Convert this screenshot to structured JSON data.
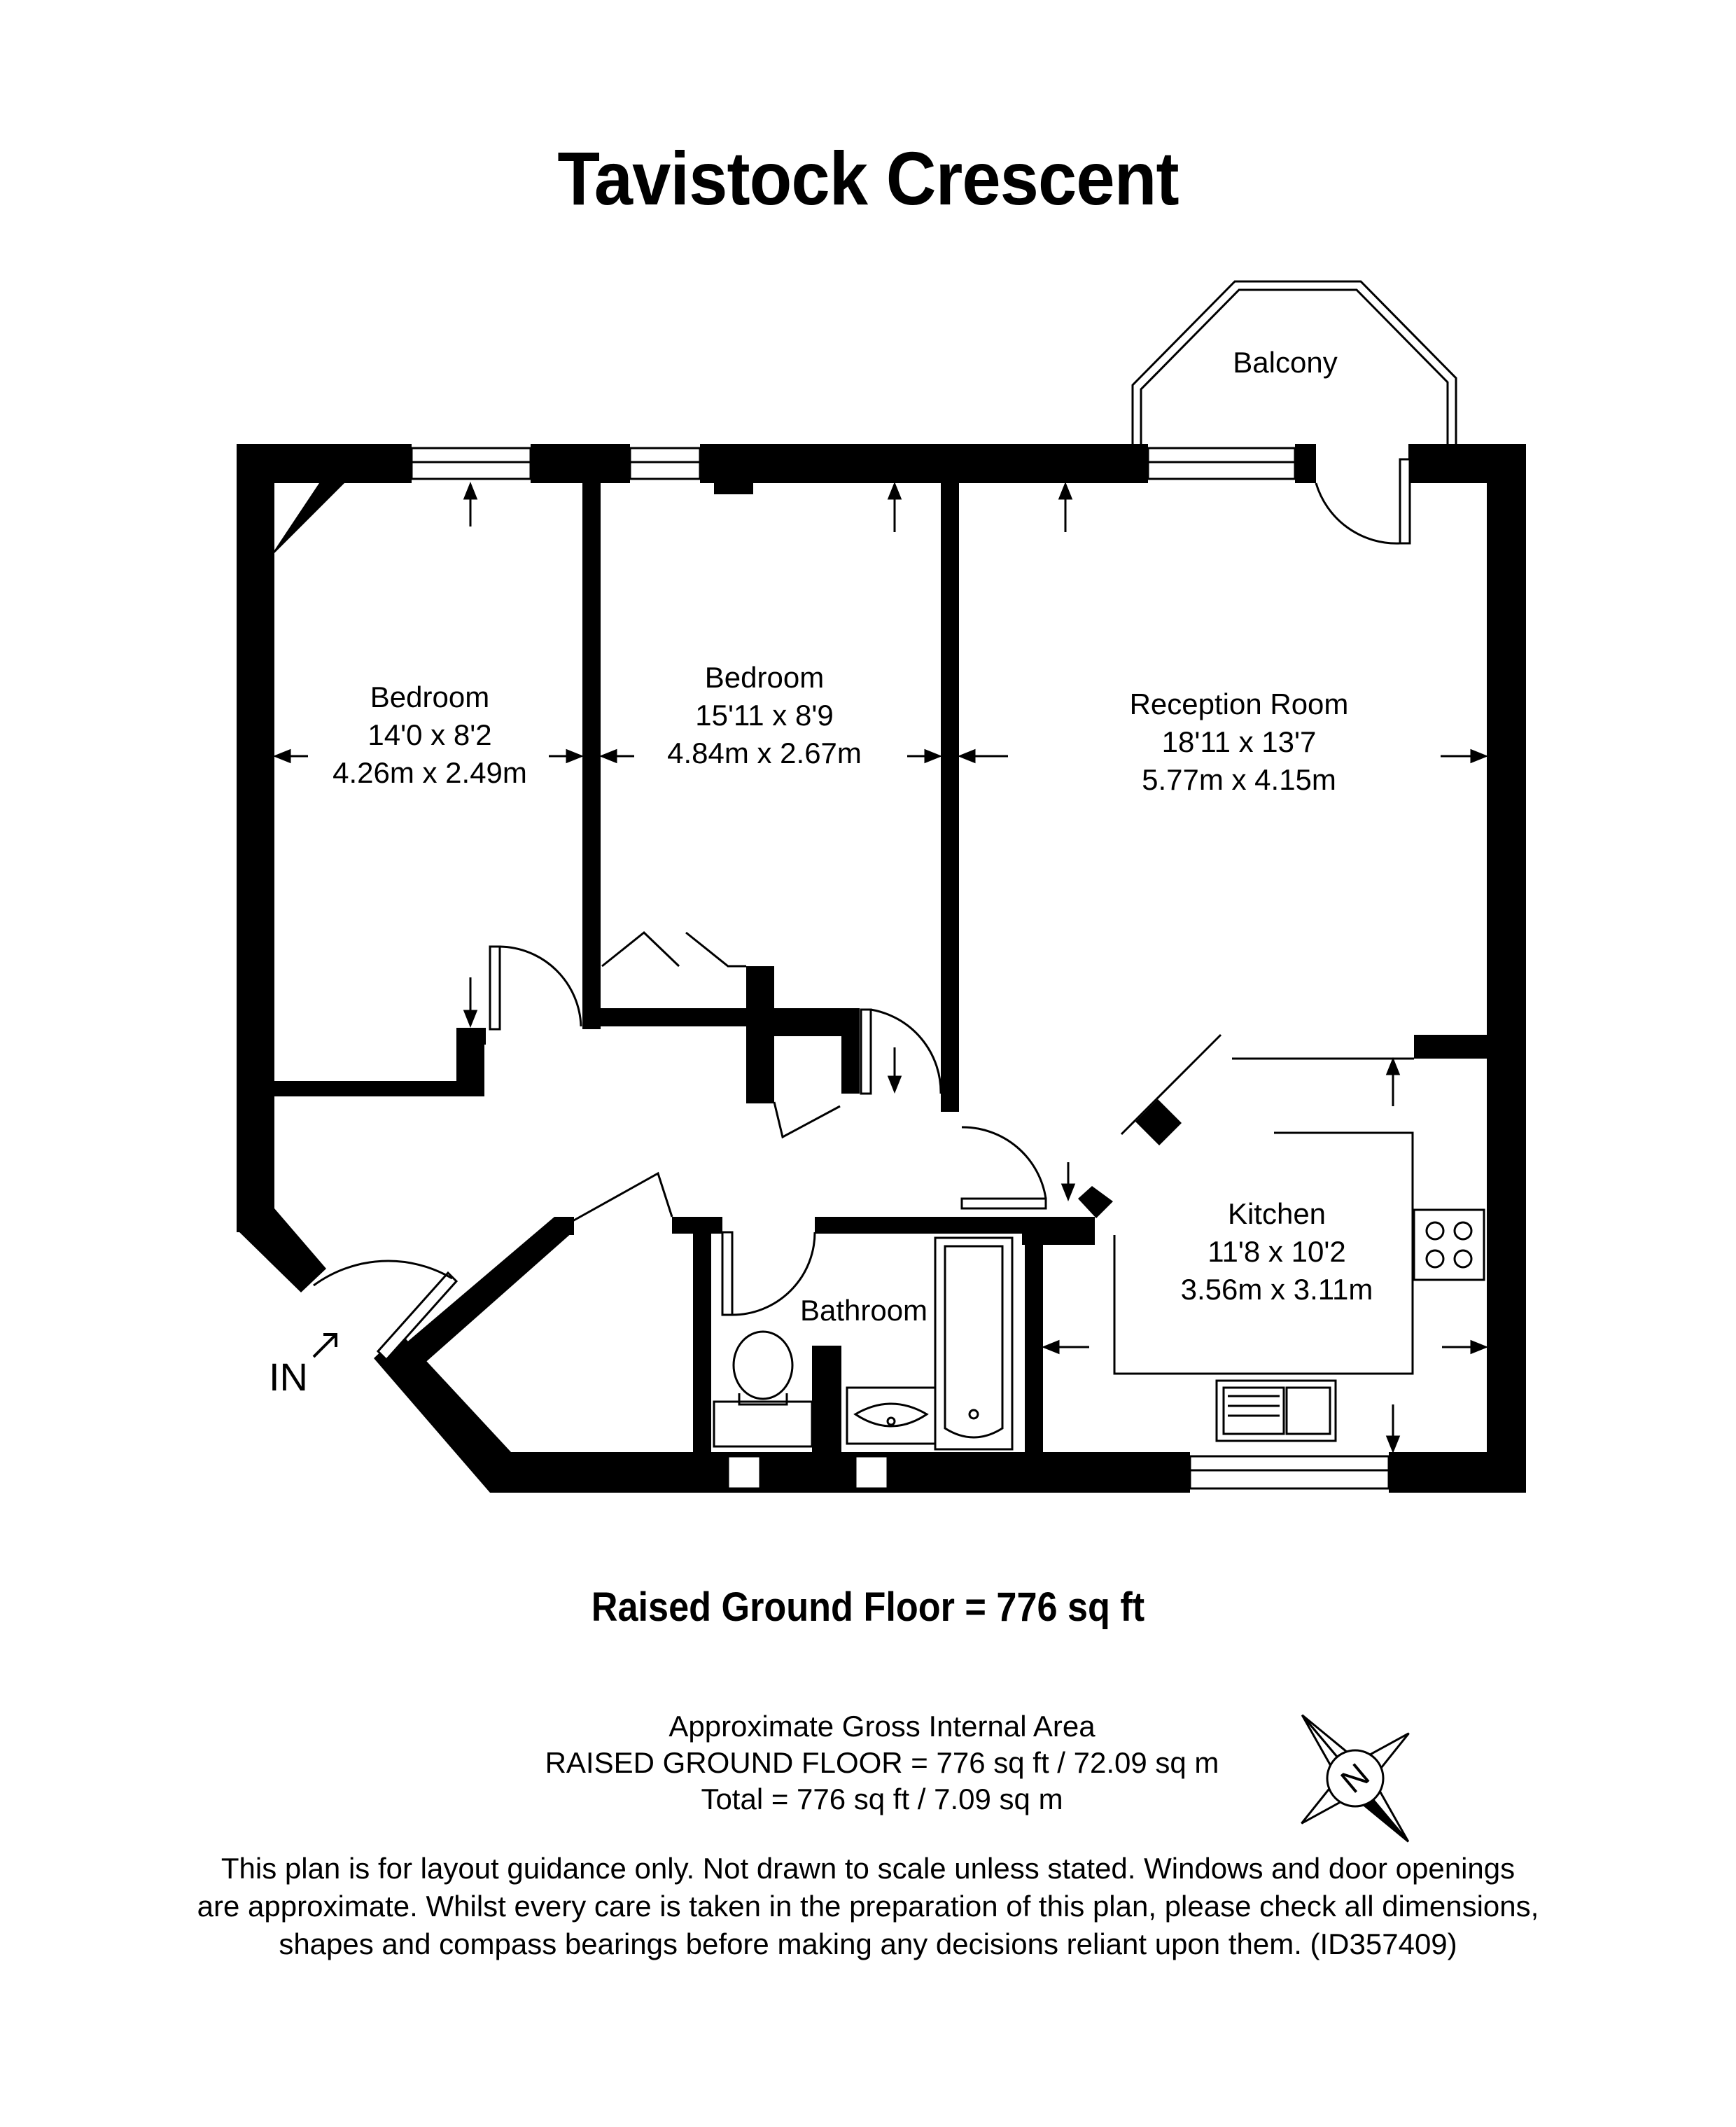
{
  "title": "Tavistock Crescent",
  "rooms": {
    "bedroom1": {
      "name": "Bedroom",
      "imperial": "14'0 x 8'2",
      "metric": "4.26m x 2.49m"
    },
    "bedroom2": {
      "name": "Bedroom",
      "imperial": "15'11 x 8'9",
      "metric": "4.84m x 2.67m"
    },
    "reception": {
      "name": "Reception Room",
      "imperial": "18'11 x 13'7",
      "metric": "5.77m x 4.15m"
    },
    "kitchen": {
      "name": "Kitchen",
      "imperial": "11'8 x 10'2",
      "metric": "3.56m x 3.11m"
    },
    "bathroom": {
      "name": "Bathroom"
    },
    "balcony": {
      "name": "Balcony"
    }
  },
  "entrance_label": "IN",
  "floor_label": "Raised Ground Floor = 776 sq ft",
  "area": {
    "heading": "Approximate Gross Internal Area",
    "floor_line": "RAISED GROUND FLOOR = 776 sq ft / 72.09 sq m",
    "total_line": "Total = 776 sq ft / 7.09 sq m"
  },
  "compass_letter": "N",
  "disclaimer": {
    "line1": "This plan is for layout guidance only. Not drawn to scale unless stated. Windows and door openings",
    "line2": "are approximate. Whilst every care is taken in the preparation of this plan, please check all dimensions,",
    "line3": "shapes and compass bearings before making any decisions reliant upon them. (ID357409)"
  }
}
